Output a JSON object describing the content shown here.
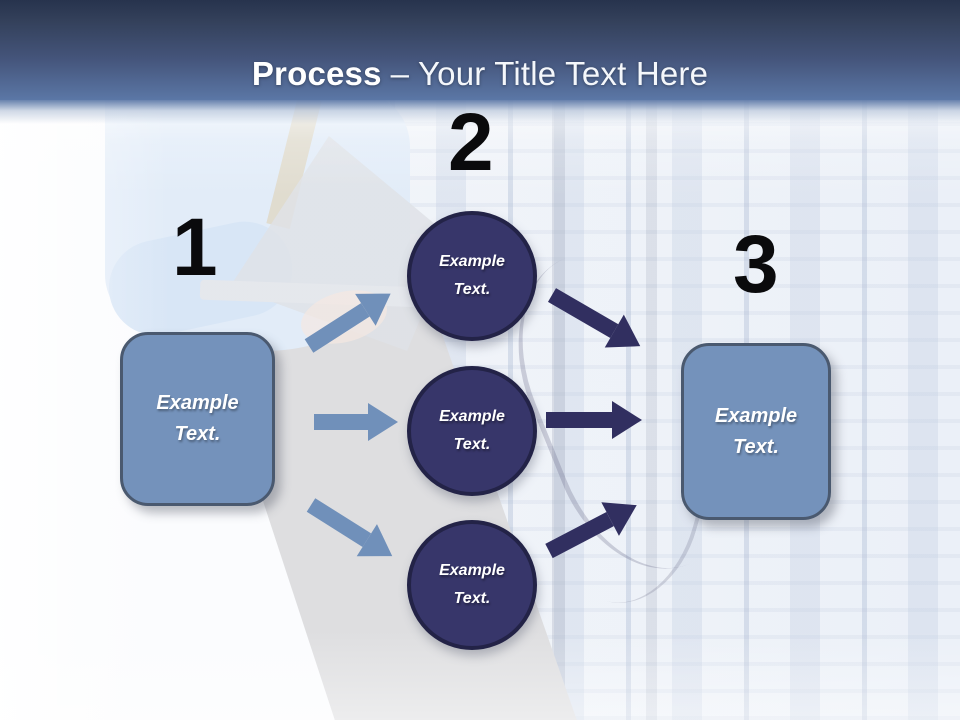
{
  "title": {
    "emphasis": "Process",
    "rest": "– Your Title Text Here"
  },
  "steps": [
    {
      "number": "1",
      "label": "Example Text."
    },
    {
      "number": "2",
      "circles": [
        {
          "label": "Example Text."
        },
        {
          "label": "Example Text."
        },
        {
          "label": "Example Text."
        }
      ]
    },
    {
      "number": "3",
      "label": "Example Text."
    }
  ],
  "colors": {
    "header_gradient_top": "#27334d",
    "header_gradient_bottom": "#5b77a6",
    "box_fill": "#7492bb",
    "box_border": "#4a596f",
    "circle_fill": "#37366a",
    "circle_border": "#232347",
    "arrow_light": "#7090ba",
    "arrow_dark": "#312f60",
    "step_number_color": "#0a0a0c",
    "title_color": "#ffffff"
  }
}
